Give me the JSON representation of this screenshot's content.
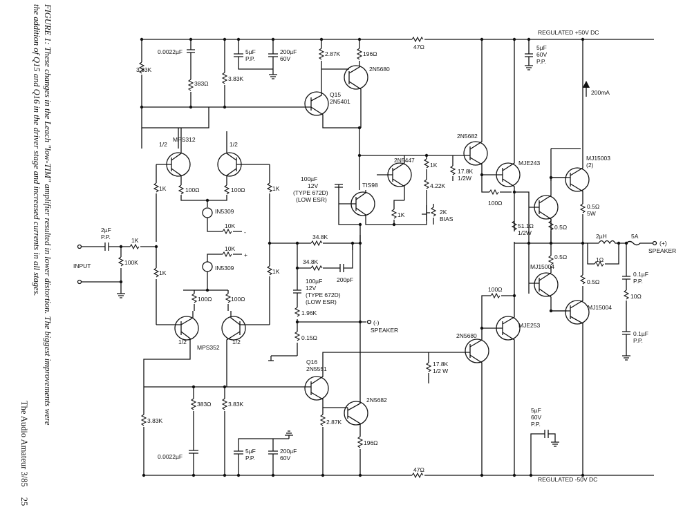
{
  "caption": {
    "line1": "FIGURE 1: These changes in the Leach \"low-TIM\" amplifier resulted in lower distortion. The biggest improvements were",
    "line2": "the addition of Q15 and Q16 in the driver stage and increased currents in all stages."
  },
  "footer": {
    "publication": "The Audio Amateur 3/85",
    "page_number": "25"
  },
  "rails": {
    "positive": "REGULATED +50V DC",
    "negative": "REGULATED -50V DC"
  },
  "current_label": "200mA",
  "io": {
    "input": "INPUT",
    "speaker_plus": "(+)",
    "speaker_plus_label": "SPEAKER",
    "speaker_minus": "(-)",
    "speaker_minus_label": "SPEAKER"
  },
  "transistors": {
    "q15_name": "Q15",
    "q15_part": "2N5401",
    "q16_name": "Q16",
    "q16_part": "2N5551",
    "top_pre": "2N5680",
    "bot_pre": "2N5682",
    "diff_top": "MPS312",
    "diff_top_half_l": "1/2",
    "diff_top_half_r": "1/2",
    "diff_bot": "MPS352",
    "diff_bot_half_l": "1/2",
    "diff_bot_half_r": "1/2",
    "bias_q": "2N5447",
    "tis98": "TIS98",
    "drv_top": "2N5682",
    "mje243": "MJE243",
    "drv_bot": "2N5680",
    "mje253": "MJE253",
    "out_top": "MJ15003",
    "out_top_note": "(2)",
    "out_bot_1": "MJ15004",
    "out_bot_2": "MJ15004"
  },
  "diodes": {
    "d1": "IN5309",
    "d2": "IN5309"
  },
  "values": {
    "c_0022_top": "0.0022µF",
    "r_383k_tl": "3.83K",
    "r_383_top": "383Ω",
    "r_383k_top2": "3.83K",
    "c_5u_top": "5µF",
    "c_5u_top_pp": "P.P.",
    "c_200u_top": "200µF",
    "c_200u_top_v": "60V",
    "r_287k_top": "2.87K",
    "r_196_top": "196Ω",
    "r_47_top": "47Ω",
    "c_5u_right_top": "5µF",
    "c_5u_right_top_v": "60V",
    "c_5u_right_top_pp": "P.P.",
    "r_1k_a": "1K",
    "r_100_a": "100Ω",
    "r_100_b": "100Ω",
    "r_1k_b": "1K",
    "r_10k_top": "10K",
    "sign_minus": "-",
    "r_10k_bot": "10K",
    "sign_plus": "+",
    "c_in": "2µF",
    "c_in_pp": "P.P.",
    "r_in_1k": "1K",
    "r_in_100k": "100K",
    "r_1k_c": "1K",
    "r_1k_d": "1K",
    "r_100_c": "100Ω",
    "r_100_d": "100Ω",
    "c_100u_top": "100µF",
    "c_100u_top_v": "12V",
    "c_100u_top_type": "(TYPE 672D)",
    "c_100u_top_esr": "(LOW ESR)",
    "r_1k_bias": "1K",
    "r_422k": "4.22K",
    "r_1k_tis": "1K",
    "pot_2k": "2K",
    "pot_bias": "BIAS",
    "r_178k_top": "17.8K",
    "r_178k_top_w": "1/2W",
    "r_100_drv": "100Ω",
    "r_511": "51.1Ω",
    "r_511_w": "1/2W",
    "r_05_5w": "0.5Ω",
    "r_05_5w_w": "5W",
    "r_05_a": "0.5Ω",
    "r_05_b": "0.5Ω",
    "r_05_c": "0.5Ω",
    "fb_348k_a": "34.8K",
    "fb_348k_b": "34.8K",
    "c_200p": "200pF",
    "c_100u_mid": "100µF",
    "c_100u_mid_v": "12V",
    "c_100u_mid_type": "(TYPE 672D)",
    "c_100u_mid_esr": "(LOW ESR)",
    "r_196k": "1.96K",
    "r_015": "0.15Ω",
    "l_2u": "2µH",
    "fuse_5a": "5A",
    "r_1_ind": "1Ω",
    "c_01_a": "0.1µF",
    "c_01_a_pp": "P.P.",
    "r_10_z": "10Ω",
    "c_01_b": "0.1µF",
    "c_01_b_pp": "P.P.",
    "r_100_drv2": "100Ω",
    "r_178k_bot": "17.8K",
    "r_178k_bot_w": "1/2 W",
    "r_383k_bl": "3.83K",
    "r_383_bot": "383Ω",
    "r_383k_bot2": "3.83K",
    "c_0022_bot": "0.0022µF",
    "r_287k_bot": "2.87K",
    "r_196_bot": "196Ω",
    "c_5u_bot": "5µF",
    "c_5u_bot_pp": "P.P.",
    "c_200u_bot": "200µF",
    "c_200u_bot_v": "60V",
    "r_47_bot": "47Ω",
    "c_5u_right_bot": "5µF",
    "c_5u_right_bot_v": "60V",
    "c_5u_right_bot_pp": "P.P."
  }
}
